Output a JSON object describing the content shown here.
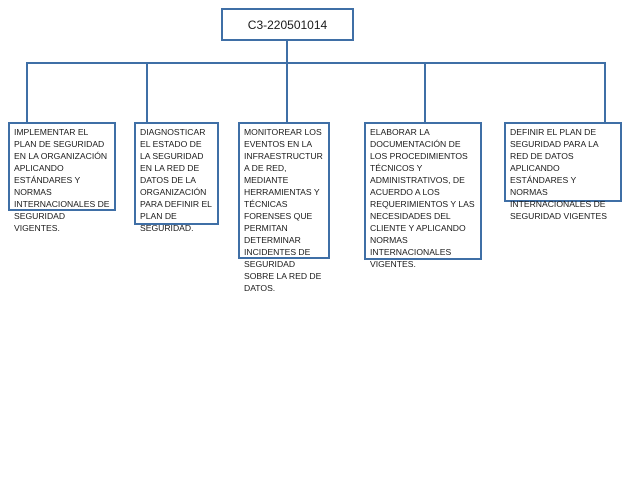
{
  "root": {
    "label": "C3-220501014"
  },
  "boxes": [
    {
      "text": "IMPLEMENTAR EL PLAN DE SEGURIDAD EN LA ORGANIZACIÓN APLICANDO ESTÁNDARES Y NORMAS INTERNACIONALES DE SEGURIDAD VIGENTES."
    },
    {
      "text": "DIAGNOSTICAR EL ESTADO DE LA SEGURIDAD EN LA RED DE DATOS DE LA ORGANIZACIÓN PARA DEFINIR EL PLAN DE SEGURIDAD."
    },
    {
      "text": "MONITOREAR LOS EVENTOS EN LA INFRAESTRUCTURA DE RED, MEDIANTE HERRAMIENTAS Y TÉCNICAS FORENSES QUE PERMITAN DETERMINAR INCIDENTES DE SEGURIDAD SOBRE LA RED DE DATOS."
    },
    {
      "text": "ELABORAR LA DOCUMENTACIÓN DE LOS PROCEDIMIENTOS TÉCNICOS Y ADMINISTRATIVOS, DE ACUERDO A LOS REQUERIMIENTOS Y LAS NECESIDADES DEL CLIENTE Y APLICANDO NORMAS INTERNACIONALES VIGENTES."
    },
    {
      "text": "DEFINIR EL PLAN DE SEGURIDAD PARA LA RED DE DATOS APLICANDO ESTÁNDARES Y NORMAS INTERNACIONALES DE SEGURIDAD VIGENTES"
    }
  ],
  "colors": {
    "border": "#3F6FA6",
    "connector": "#3F6FA6"
  }
}
